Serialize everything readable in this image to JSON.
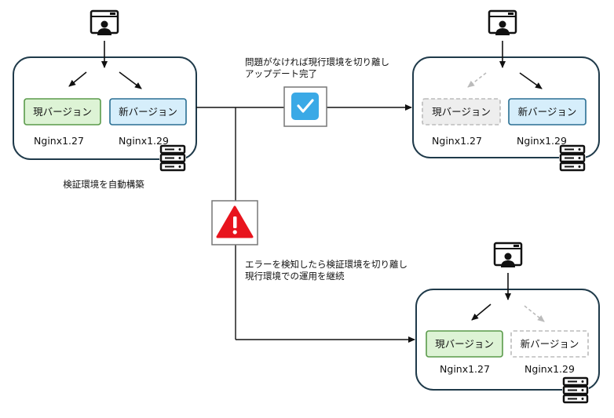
{
  "panels": {
    "initial": {
      "current_label": "現バージョン",
      "new_label": "新バージョン",
      "current_version": "Nginx1.27",
      "new_version": "Nginx1.29",
      "caption": "検証環境を自動構築"
    },
    "success": {
      "current_label": "現バージョン",
      "new_label": "新バージョン",
      "current_version": "Nginx1.27",
      "new_version": "Nginx1.29"
    },
    "failure": {
      "current_label": "現バージョン",
      "new_label": "新バージョン",
      "current_version": "Nginx1.27",
      "new_version": "Nginx1.29"
    }
  },
  "annotations": {
    "success_line1": "問題がなければ現行環境を切り離し",
    "success_line2": "アップデート完了",
    "failure_line1": "エラーを検知したら検証環境を切り離し",
    "failure_line2": "現行環境での運用を継続"
  },
  "icons": [
    "user-browser-icon",
    "server-icon",
    "check-icon",
    "warning-icon"
  ],
  "colors": {
    "panel_border": "#1f3a4a",
    "current_fill": "#ddf3d5",
    "current_border": "#5a9a4a",
    "new_fill": "#d6eefb",
    "new_border": "#2a6f93",
    "inactive_fill": "#eeeeee",
    "inactive_border": "#bbbbbb",
    "check_blue": "#3aa9e6",
    "warning_red": "#e8141d"
  }
}
